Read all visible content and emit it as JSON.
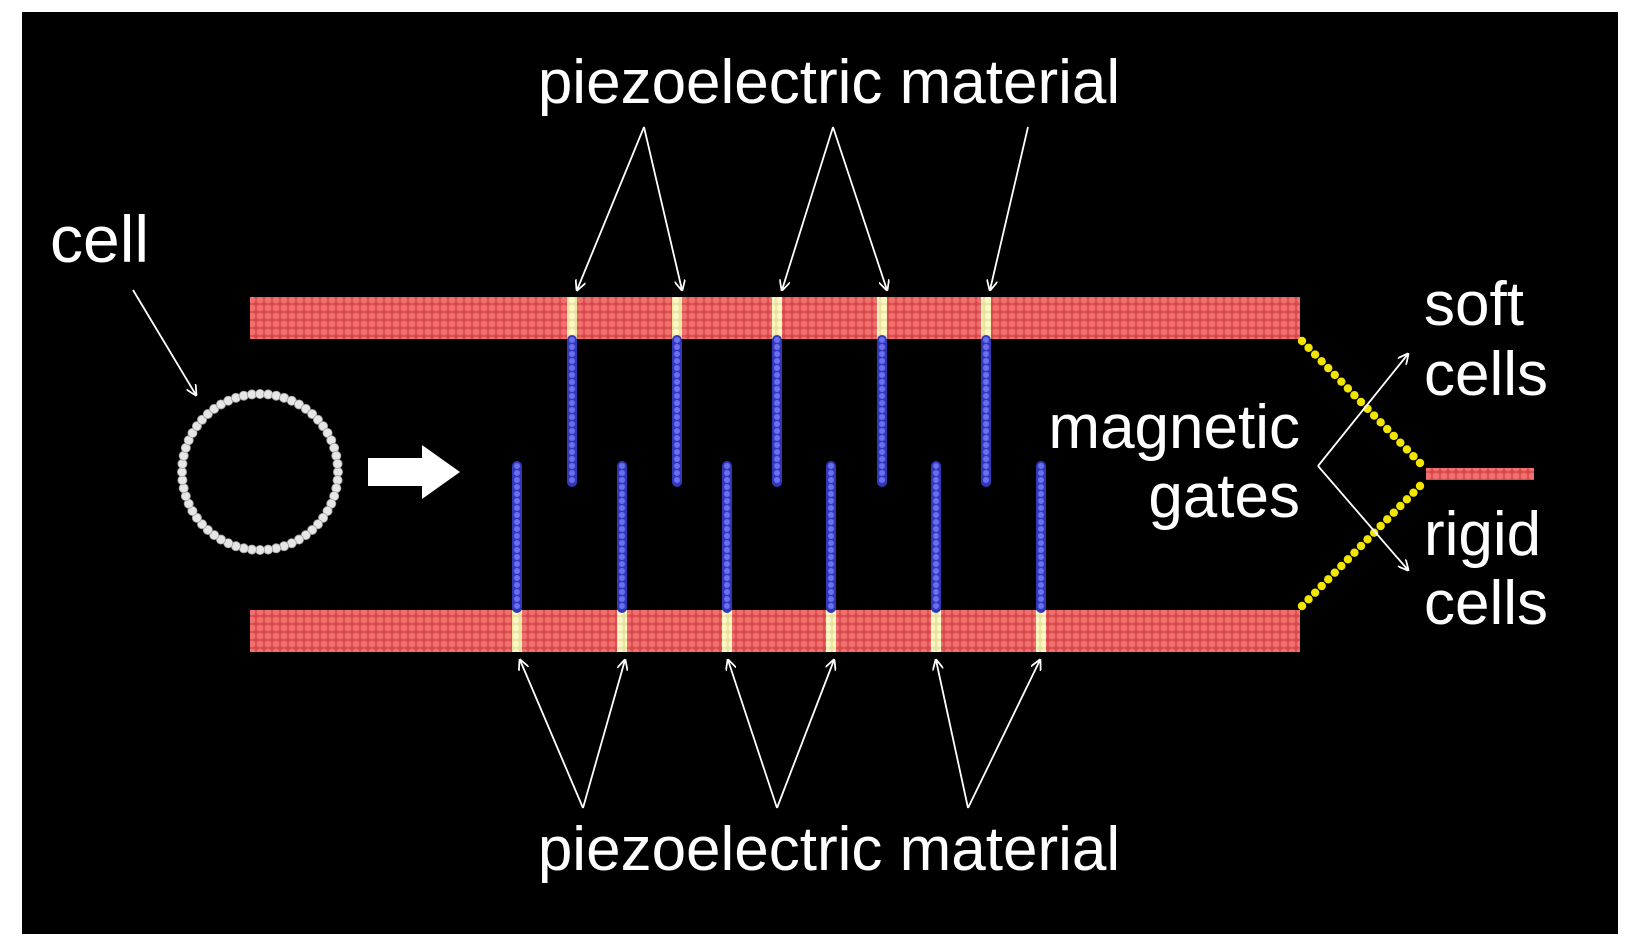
{
  "labels": {
    "piezo_top": "piezoelectric material",
    "piezo_bottom": "piezoelectric material",
    "cell": "cell",
    "magnetic_line1": "magnetic",
    "magnetic_line2": "gates",
    "soft_line1": "soft",
    "soft_line2": "cells",
    "rigid_line1": "rigid",
    "rigid_line2": "cells"
  },
  "colors": {
    "background": "#000000",
    "wall": "#e85a5a",
    "piezo": "#f3efb0",
    "rod": "#4b4fd8",
    "gate": "#f2e600",
    "cell_ring": "#e6e6e6",
    "text": "#ffffff"
  }
}
